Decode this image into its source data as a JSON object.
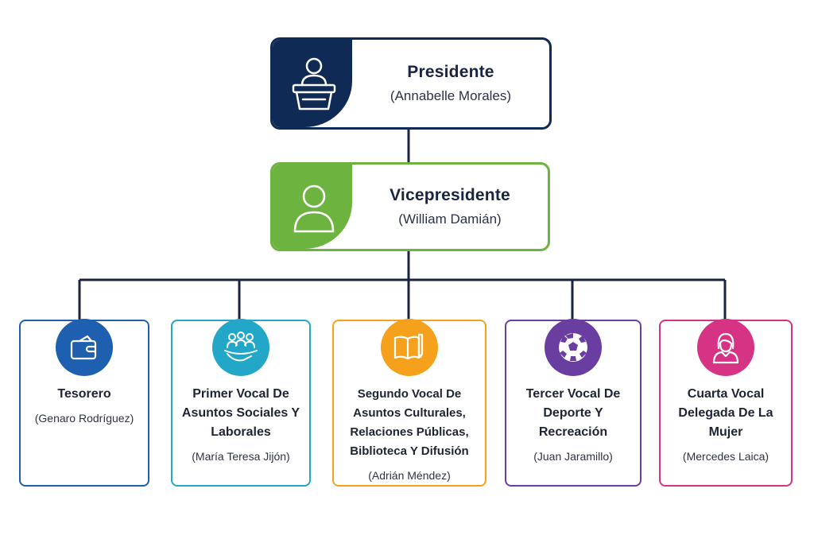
{
  "president": {
    "title": "Presidente",
    "name": "(Annabelle Morales)"
  },
  "vice_president": {
    "title": "Vicepresidente",
    "name": "(William Damián)"
  },
  "members": [
    {
      "title": "Tesorero",
      "name": "(Genaro Rodríguez)",
      "color": "#1f5fb0",
      "icon": "wallet-icon"
    },
    {
      "title": "Primer Vocal De Asuntos Sociales Y Laborales",
      "name": "(María Teresa Jijón)",
      "color": "#22a7c9",
      "icon": "helping-hands-icon"
    },
    {
      "title": "Segundo Vocal De Asuntos Culturales, Relaciones Públicas, Biblioteca Y Difusión",
      "name": "(Adrián Méndez)",
      "color": "#f5a11c",
      "icon": "book-icon"
    },
    {
      "title": "Tercer Vocal De Deporte Y Recreación",
      "name": "(Juan Jaramillo)",
      "color": "#6a3ea1",
      "icon": "soccer-ball-icon"
    },
    {
      "title": "Cuarta Vocal Delegada De La Mujer",
      "name": "(Mercedes Laica)",
      "color": "#d63384",
      "icon": "woman-icon"
    }
  ],
  "colors": {
    "navy": "#0f2a54",
    "green": "#6db33f",
    "line": "#1a2440"
  }
}
